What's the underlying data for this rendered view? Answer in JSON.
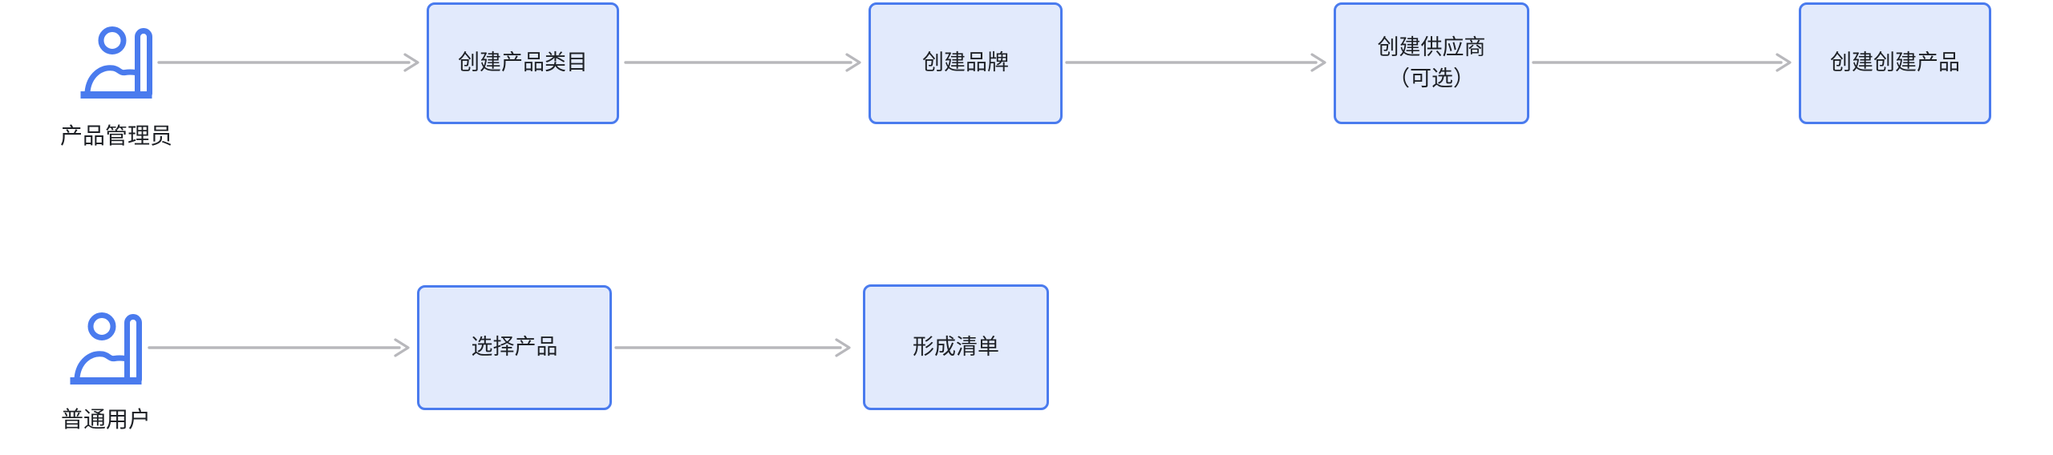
{
  "page": {
    "background": "#ffffff"
  },
  "diagram": {
    "type": "flowchart",
    "colors": {
      "node_border": "#4a7bee",
      "node_fill": "#e2eafc",
      "arrow": "#b8b8bc",
      "icon": "#4a7bee",
      "text": "#1e2126"
    },
    "lanes": [
      {
        "actor": {
          "label": "产品管理员",
          "icon": "person-raising-hand-icon"
        },
        "steps": [
          {
            "label": "创建产品类目"
          },
          {
            "label": "创建品牌"
          },
          {
            "label": "创建供应商\n（可选）"
          },
          {
            "label": "创建创建产品"
          }
        ]
      },
      {
        "actor": {
          "label": "普通用户",
          "icon": "person-raising-hand-icon"
        },
        "steps": [
          {
            "label": "选择产品"
          },
          {
            "label": "形成清单"
          }
        ]
      }
    ]
  }
}
